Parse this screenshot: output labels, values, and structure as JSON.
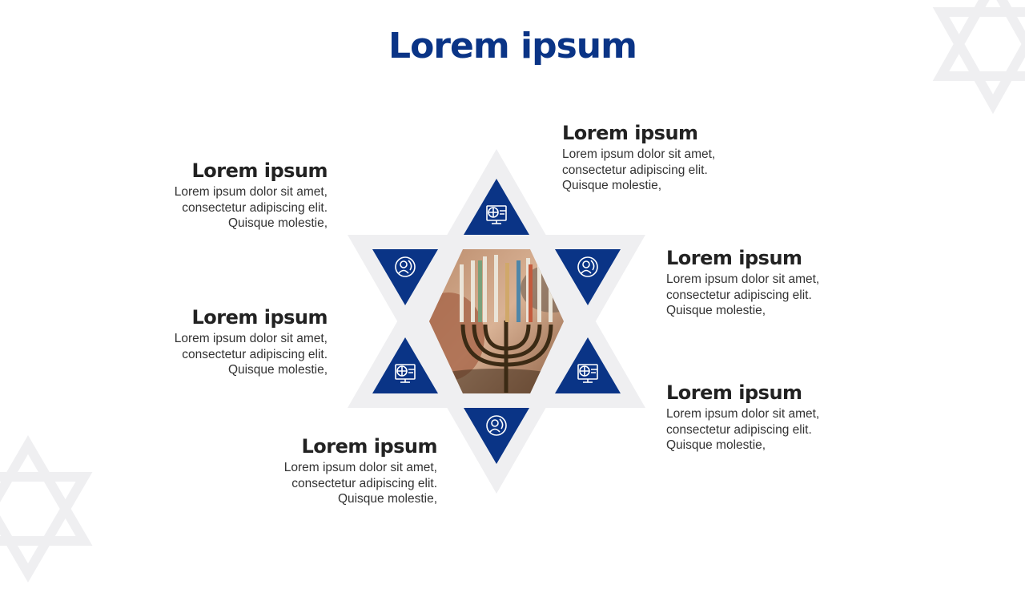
{
  "title": "Lorem ipsum",
  "colors": {
    "accent": "#0a3486",
    "star_frame": "#efeff1",
    "text_dark": "#222222",
    "text_body": "#333333",
    "bg_star": "#efeff1"
  },
  "items": [
    {
      "heading": "Lorem ipsum",
      "lines": [
        "Lorem ipsum dolor sit amet,",
        "consectetur adipiscing elit.",
        "Quisque molestie,"
      ]
    },
    {
      "heading": "Lorem ipsum",
      "lines": [
        "Lorem ipsum dolor sit amet,",
        "consectetur adipiscing elit.",
        "Quisque molestie,"
      ]
    },
    {
      "heading": "Lorem ipsum",
      "lines": [
        "Lorem ipsum dolor sit amet,",
        "consectetur adipiscing elit.",
        "Quisque molestie,"
      ]
    },
    {
      "heading": "Lorem ipsum",
      "lines": [
        "Lorem ipsum dolor sit amet,",
        "consectetur adipiscing elit.",
        "Quisque molestie,"
      ]
    },
    {
      "heading": "Lorem ipsum",
      "lines": [
        "Lorem ipsum dolor sit amet,",
        "consectetur adipiscing elit.",
        "Quisque molestie,"
      ]
    },
    {
      "heading": "Lorem ipsum",
      "lines": [
        "Lorem ipsum dolor sit amet,",
        "consectetur adipiscing elit.",
        "Quisque molestie,"
      ]
    }
  ],
  "icons": {
    "top": "globe-presentation-icon",
    "upper_left": "person-globe-icon",
    "upper_right": "person-globe-icon",
    "lower_left": "globe-presentation-icon",
    "lower_right": "globe-presentation-icon",
    "bottom": "person-globe-icon"
  },
  "center_image": "menorah-photo"
}
